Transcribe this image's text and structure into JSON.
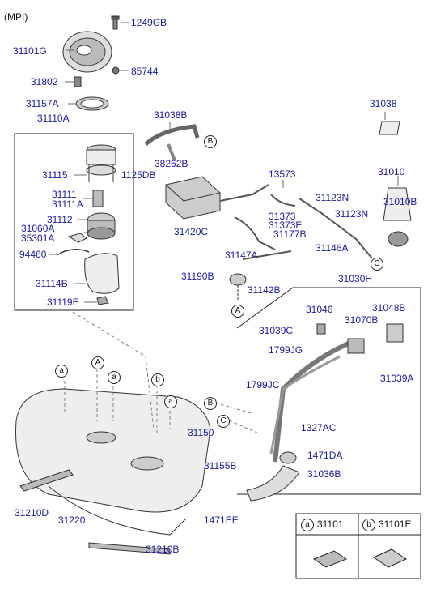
{
  "variant": "(MPI)",
  "parts": {
    "p1249GB": "1249GB",
    "p31101G": "31101G",
    "p85744": "85744",
    "p31802": "31802",
    "p31157A": "31157A",
    "p31110A": "31110A",
    "p31038B": "31038B",
    "p31038": "31038",
    "p38262B": "38262B",
    "p1125DB": "1125DB",
    "p31115": "31115",
    "p13573": "13573",
    "p31010": "31010",
    "p31111": "31111",
    "p31111A": "31111A",
    "p31123N_1": "31123N",
    "p31010B": "31010B",
    "p31112": "31112",
    "p31373": "31373",
    "p31373E": "31373E",
    "p31123N_2": "31123N",
    "p31060A": "31060A",
    "p35301A": "35301A",
    "p31420C": "31420C",
    "p31177B": "31177B",
    "p31146A": "31146A",
    "p94460": "94460",
    "p31147A": "31147A",
    "p31114B": "31114B",
    "p31190B": "31190B",
    "p31142B": "31142B",
    "p31030H": "31030H",
    "p31119E": "31119E",
    "p31046": "31046",
    "p31048B": "31048B",
    "p31070B": "31070B",
    "p31039C": "31039C",
    "p1799JG": "1799JG",
    "p31039A": "31039A",
    "p1799JC": "1799JC",
    "p1327AC": "1327AC",
    "p31150": "31150",
    "p1471DA": "1471DA",
    "p31155B": "31155B",
    "p31036B": "31036B",
    "p31210D": "31210D",
    "p31220": "31220",
    "p1471EE": "1471EE",
    "p31210B": "31210B"
  },
  "callouts": {
    "a": "a",
    "b": "b",
    "A": "A",
    "B": "B",
    "C": "C"
  },
  "legend": {
    "a_key": "a",
    "a_part": "31101",
    "b_key": "b",
    "b_part": "31101E"
  },
  "colors": {
    "label": "#1a1aa6",
    "line": "#333333"
  }
}
